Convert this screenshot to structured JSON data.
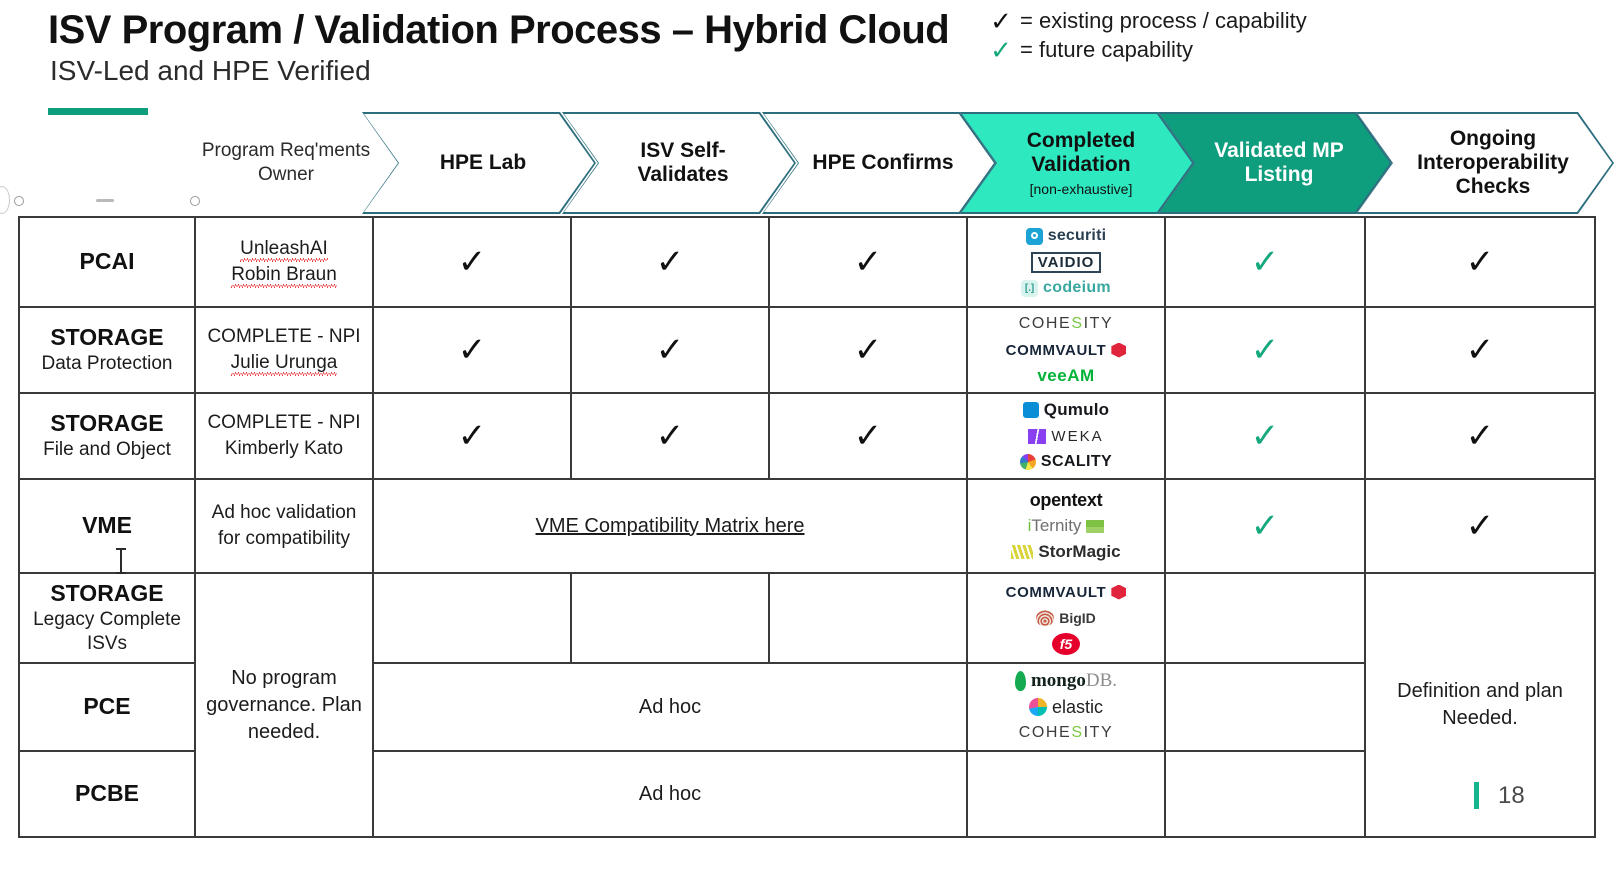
{
  "header": {
    "title": "ISV Program / Validation Process – Hybrid Cloud",
    "subtitle": "ISV-Led and HPE Verified"
  },
  "legend": {
    "items": [
      {
        "check": "✓",
        "color": "#111111",
        "text": "= existing process / capability"
      },
      {
        "check": "✓",
        "color": "#17a87e",
        "text": "= future capability"
      }
    ]
  },
  "columns": {
    "program": "",
    "owner_header": "Program Req'ments\nOwner",
    "owner_header_line1": "Program Req'ments",
    "owner_header_line2": "Owner",
    "stages": [
      {
        "label": "HPE Lab",
        "fill": "#ffffff",
        "text_color": "#111111",
        "sub": ""
      },
      {
        "label": "ISV Self-\nValidates",
        "line1": "ISV Self-",
        "line2": "Validates",
        "fill": "#ffffff",
        "text_color": "#111111",
        "sub": ""
      },
      {
        "label": "HPE Confirms",
        "fill": "#ffffff",
        "text_color": "#111111",
        "sub": ""
      },
      {
        "label": "Completed\nValidation",
        "line1": "Completed",
        "line2": "Validation",
        "fill": "#2EE8C0",
        "text_color": "#111111",
        "sub": "[non-exhaustive]"
      },
      {
        "label": "Validated MP\nListing",
        "line1": "Validated MP",
        "line2": "Listing",
        "fill": "#0E9E7E",
        "text_color": "#ffffff",
        "sub": ""
      },
      {
        "label": "Ongoing\nInteroperability\nChecks",
        "line1": "Ongoing",
        "line2": "Interoperability",
        "line3": "Checks",
        "fill": "#ffffff",
        "text_color": "#111111",
        "sub": ""
      }
    ]
  },
  "rows": [
    {
      "program": "PCAI",
      "program_sub": "",
      "owner_line1": "UnleashAI",
      "owner_line2": "Robin Braun",
      "hpe_lab": "✓",
      "isv_self": "✓",
      "hpe_confirms": "✓",
      "mp_listing": "✓",
      "ongoing": "✓",
      "logos": [
        "securiti",
        "VAIDIO",
        "codeium"
      ]
    },
    {
      "program": "STORAGE",
      "program_sub": "Data Protection",
      "owner_line1": "COMPLETE - NPI",
      "owner_line2": "Julie Urunga",
      "hpe_lab": "✓",
      "isv_self": "✓",
      "hpe_confirms": "✓",
      "mp_listing": "✓",
      "ongoing": "✓",
      "logos": [
        "COHESITY",
        "COMMVAULT",
        "veeam"
      ]
    },
    {
      "program": "STORAGE",
      "program_sub": "File and Object",
      "owner_line1": "COMPLETE - NPI",
      "owner_line2": "Kimberly Kato",
      "hpe_lab": "✓",
      "isv_self": "✓",
      "hpe_confirms": "✓",
      "mp_listing": "✓",
      "ongoing": "✓",
      "logos": [
        "Qumulo",
        "WEKA",
        "SCALITY"
      ]
    },
    {
      "program": "VME",
      "program_sub": "",
      "owner_line1": "Ad hoc validation",
      "owner_line2": "for compatibility",
      "span_link": "VME Compatibility Matrix here",
      "mp_listing": "✓",
      "ongoing": "✓",
      "logos": [
        "opentext",
        "iTernity",
        "StorMagic"
      ]
    },
    {
      "program": "STORAGE",
      "program_sub": "Legacy Complete\nISVs",
      "program_sub_line1": "Legacy Complete",
      "program_sub_line2": "ISVs",
      "hpe_lab": "",
      "isv_self": "",
      "hpe_confirms": "",
      "mp_listing": "",
      "ongoing": "",
      "logos": [
        "COMMVAULT",
        "BigID",
        "f5"
      ]
    },
    {
      "program": "PCE",
      "program_sub": "",
      "span_text": "Ad hoc",
      "mp_listing": "",
      "logos": [
        "mongoDB",
        "elastic",
        "COHESITY"
      ]
    },
    {
      "program": "PCBE",
      "program_sub": "",
      "span_text": "Ad hoc",
      "mp_listing": "",
      "logos": []
    }
  ],
  "merged": {
    "governance_line1": "No program",
    "governance_line2": "governance.",
    "governance_line3": "Plan needed.",
    "definition_line1": "Definition and plan",
    "definition_line2": "Needed."
  },
  "footer": {
    "page_number": "18",
    "accent_color": "#13b58c"
  },
  "logo_text": {
    "securiti": "securiti",
    "vaidio": "VAIDIO",
    "codeium": "codeium",
    "cohesity_a": "COHE",
    "cohesity_g": "S",
    "cohesity_b": "ITY",
    "commvault": "COMMVAULT",
    "veeam": "veeAM",
    "qumulo": "Qumulo",
    "weka": "WEKA",
    "scality": "SCALITY",
    "opentext": "opentext",
    "iternity_i": "i",
    "iternity_t": "Ternity",
    "stormagic": "StorMagic",
    "bigid": "BigID",
    "f5": "f5",
    "mongo_a": "mongo",
    "mongo_b": "DB.",
    "elastic": "elastic"
  }
}
